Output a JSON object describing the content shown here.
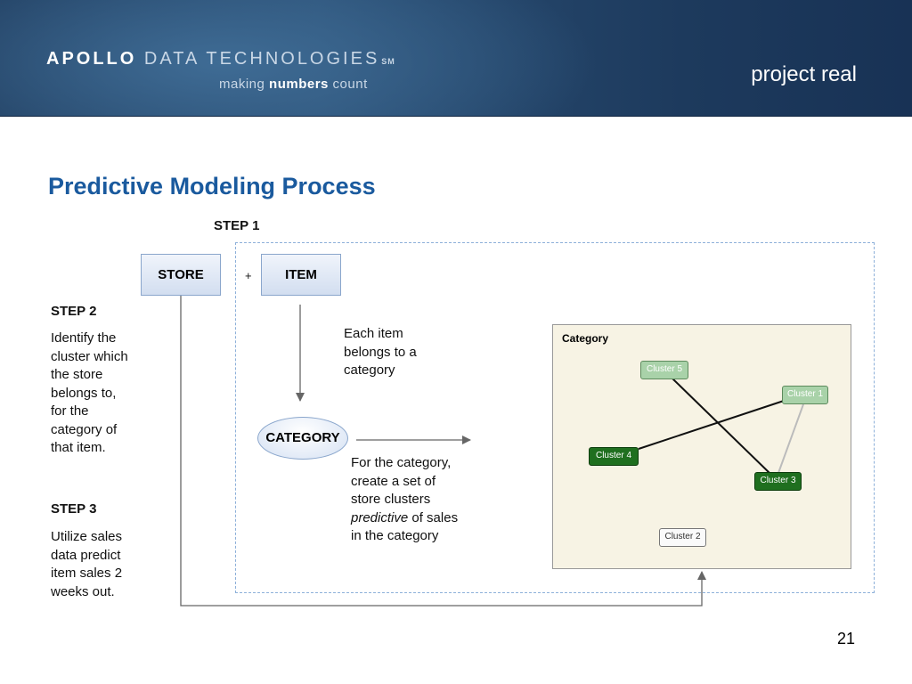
{
  "header": {
    "brand_apollo": "APOLLO",
    "brand_rest": "DATA TECHNOLOGIES",
    "brand_sm": "SM",
    "tagline_start": "making ",
    "tagline_bold": "numbers",
    "tagline_end": " count",
    "project": "project real"
  },
  "title": "Predictive Modeling Process",
  "step1": {
    "label": "STEP 1",
    "store": "STORE",
    "plus": "+",
    "item": "ITEM"
  },
  "step2": {
    "label": "STEP 2",
    "lines": [
      "Identify the",
      "cluster which",
      "the store",
      "belongs to,",
      "for the",
      "category of",
      "that item."
    ]
  },
  "step3": {
    "label": "STEP 3",
    "lines": [
      "Utilize sales",
      "data predict",
      "item sales 2",
      "weeks out."
    ]
  },
  "item_note": [
    "Each item",
    "belongs to a",
    "category"
  ],
  "category_label": "CATEGORY",
  "category_note": {
    "line1": "For the category,",
    "line2": "create a set of",
    "line3": "store clusters",
    "italic": "predictive",
    "line4_rest": " of sales",
    "line5": "in the category"
  },
  "cluster_panel": {
    "title": "Category",
    "clusters": [
      "Cluster 5",
      "Cluster 1",
      "Cluster 4",
      "Cluster 3",
      "Cluster 2"
    ]
  },
  "page_number": "21"
}
